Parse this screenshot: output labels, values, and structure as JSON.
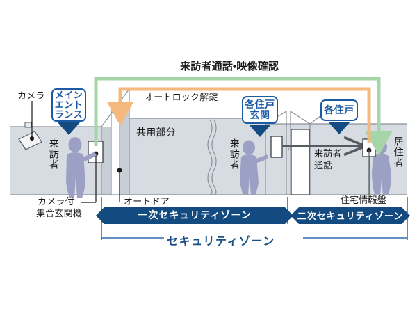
{
  "diagram": {
    "title_top": "来訪者通話・映像確認",
    "labels": {
      "camera": "カメラ",
      "autolock_release": "オートロック解錠",
      "common_area": "共用部分",
      "visitor_left": "来訪者",
      "visitor_mid": "来訪者",
      "resident": "居住者",
      "visitor_call_line1": "来訪者",
      "visitor_call_line2": "通話",
      "entrance_unit_line1": "カメラ付",
      "entrance_unit_line2": "集合玄関機",
      "auto_door": "オートドア",
      "home_panel": "住宅情報盤"
    },
    "callouts": [
      {
        "name": "main-entrance",
        "lines": [
          "メイン",
          "エント",
          "ランス"
        ]
      },
      {
        "name": "dwelling-entrance",
        "lines": [
          "各住戸",
          "玄関"
        ]
      },
      {
        "name": "dwelling-unit",
        "lines": [
          "各住戸"
        ]
      }
    ],
    "zones": {
      "primary": "一次セキュリティゾーン",
      "secondary": "二次セキュリティゾーン",
      "overall": "セキュリティゾーン"
    },
    "colors": {
      "zone_bar": "#134a80",
      "callout_border": "#1c5ba4",
      "callout_text": "#1c5ba4",
      "arrow_marker": "#134a80",
      "flow_green": "#a6d5a8",
      "flow_orange": "#f5b97e",
      "building_fill": "#d7dce3",
      "wall_fill": "#c8ced6",
      "person_fill": "#9ca0c4",
      "ground_line": "#8a8f96",
      "zone_divider": "#2f6fb0",
      "bracket_line": "#2f6fb0"
    }
  }
}
